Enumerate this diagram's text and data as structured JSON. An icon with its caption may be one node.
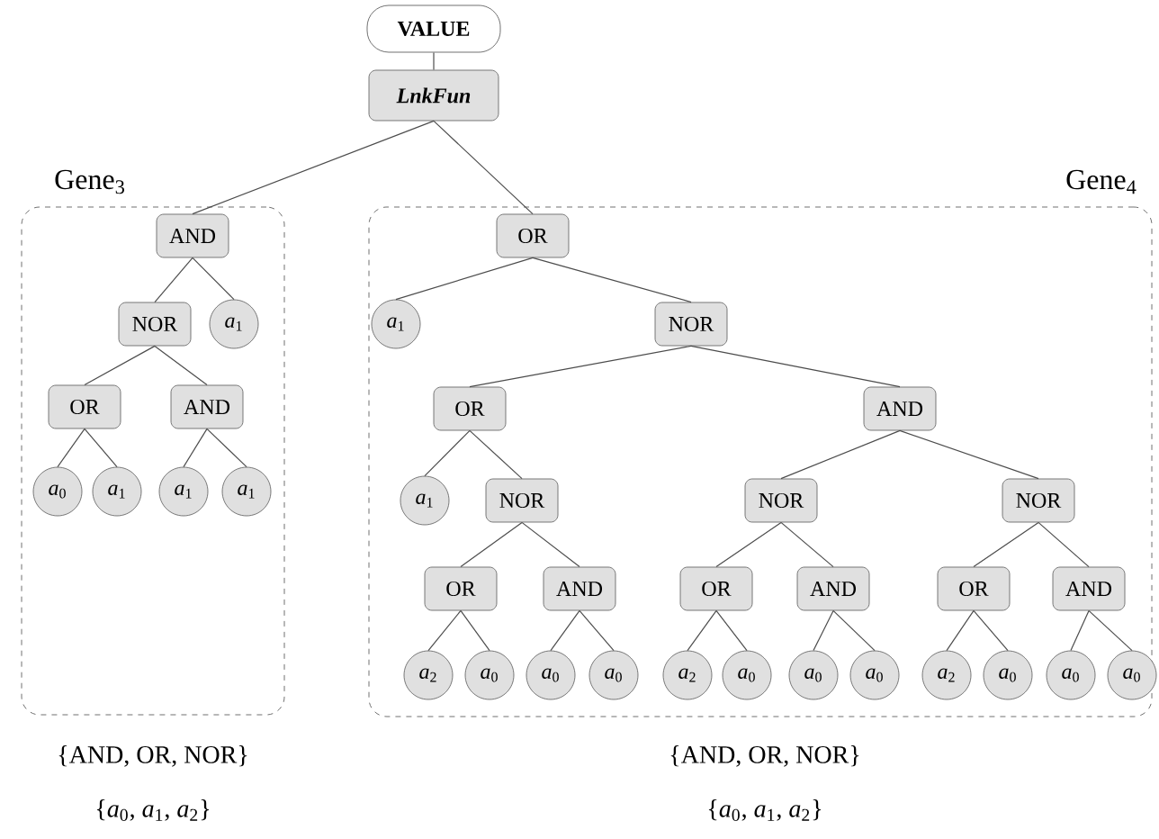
{
  "diagram": {
    "nodes": [
      {
        "text": [
          "VALUE"
        ]
      },
      {
        "text": [
          "LnkFun"
        ]
      },
      {
        "text": [
          "Gene$_{3}$"
        ],
        "beside": [
          "{AND, OR, NOR}",
          "{*a*$_{0}$, *a*$_{1}$, *a*$_{2}$}"
        ]
      },
      {
        "text": [
          "AND"
        ],
        "in": 2
      },
      {
        "text": [
          "NOR"
        ],
        "in": 2
      },
      {
        "text": [
          "*a*$_{1}$"
        ],
        "in": 2
      },
      {
        "text": [
          "OR"
        ],
        "in": 2
      },
      {
        "text": [
          "AND"
        ],
        "in": 2
      },
      {
        "text": [
          "*a*$_{0}$"
        ],
        "in": 2
      },
      {
        "text": [
          "*a*$_{1}$"
        ],
        "in": 2
      },
      {
        "text": [
          "*a*$_{1}$"
        ],
        "in": 2
      },
      {
        "text": [
          "*a*$_{1}$"
        ],
        "in": 2
      },
      {
        "text": [
          "Gene$_{4}$"
        ],
        "beside": [
          "{AND, OR, NOR}",
          "{*a*$_{0}$, *a*$_{1}$, *a*$_{2}$}"
        ]
      },
      {
        "text": [
          "OR"
        ],
        "in": 12
      },
      {
        "text": [
          "*a*$_{1}$"
        ],
        "in": 12
      },
      {
        "text": [
          "NOR"
        ],
        "in": 12
      },
      {
        "text": [
          "OR"
        ],
        "in": 12
      },
      {
        "text": [
          "AND"
        ],
        "in": 12
      },
      {
        "text": [
          "*a*$_{1}$"
        ],
        "in": 12
      },
      {
        "text": [
          "NOR"
        ],
        "in": 12
      },
      {
        "text": [
          "NOR"
        ],
        "in": 12
      },
      {
        "text": [
          "NOR"
        ],
        "in": 12
      },
      {
        "text": [
          "OR"
        ],
        "in": 12
      },
      {
        "text": [
          "AND"
        ],
        "in": 12
      },
      {
        "text": [
          "OR"
        ],
        "in": 12
      },
      {
        "text": [
          "AND"
        ],
        "in": 12
      },
      {
        "text": [
          "OR"
        ],
        "in": 12
      },
      {
        "text": [
          "AND"
        ],
        "in": 12
      },
      {
        "text": [
          "*a*$_{2}$"
        ],
        "in": 12
      },
      {
        "text": [
          "*a*$_{0}$"
        ],
        "in": 12
      },
      {
        "text": [
          "*a*$_{0}$"
        ],
        "in": 12
      },
      {
        "text": [
          "*a*$_{0}$"
        ],
        "in": 12
      },
      {
        "text": [
          "*a*$_{2}$"
        ],
        "in": 12
      },
      {
        "text": [
          "*a*$_{0}$"
        ],
        "in": 12
      },
      {
        "text": [
          "*a*$_{0}$"
        ],
        "in": 12
      },
      {
        "text": [
          "*a*$_{0}$"
        ],
        "in": 12
      },
      {
        "text": [
          "*a*$_{2}$"
        ],
        "in": 12
      },
      {
        "text": [
          "*a*$_{0}$"
        ],
        "in": 12
      },
      {
        "text": [
          "*a*$_{0}$"
        ],
        "in": 12
      },
      {
        "text": [
          "*a*$_{0}$"
        ],
        "in": 12
      }
    ],
    "edges": [
      {
        "from": 0,
        "to": 1,
        "arrow": "none"
      },
      {
        "from": 1,
        "to": 3,
        "arrow": "none"
      },
      {
        "from": 1,
        "to": 13,
        "arrow": "none"
      },
      {
        "from": 3,
        "to": 4,
        "arrow": "none"
      },
      {
        "from": 3,
        "to": 5,
        "arrow": "none"
      },
      {
        "from": 4,
        "to": 6,
        "arrow": "none"
      },
      {
        "from": 4,
        "to": 7,
        "arrow": "none"
      },
      {
        "from": 6,
        "to": 8,
        "arrow": "none"
      },
      {
        "from": 6,
        "to": 9,
        "arrow": "none"
      },
      {
        "from": 7,
        "to": 10,
        "arrow": "none"
      },
      {
        "from": 7,
        "to": 11,
        "arrow": "none"
      },
      {
        "from": 13,
        "to": 14,
        "arrow": "none"
      },
      {
        "from": 13,
        "to": 15,
        "arrow": "none"
      },
      {
        "from": 15,
        "to": 16,
        "arrow": "none"
      },
      {
        "from": 15,
        "to": 17,
        "arrow": "none"
      },
      {
        "from": 16,
        "to": 18,
        "arrow": "none"
      },
      {
        "from": 16,
        "to": 19,
        "arrow": "none"
      },
      {
        "from": 17,
        "to": 20,
        "arrow": "none"
      },
      {
        "from": 17,
        "to": 21,
        "arrow": "none"
      },
      {
        "from": 19,
        "to": 22,
        "arrow": "none"
      },
      {
        "from": 19,
        "to": 23,
        "arrow": "none"
      },
      {
        "from": 20,
        "to": 24,
        "arrow": "none"
      },
      {
        "from": 20,
        "to": 25,
        "arrow": "none"
      },
      {
        "from": 21,
        "to": 26,
        "arrow": "none"
      },
      {
        "from": 21,
        "to": 27,
        "arrow": "none"
      },
      {
        "from": 22,
        "to": 28,
        "arrow": "none"
      },
      {
        "from": 22,
        "to": 29,
        "arrow": "none"
      },
      {
        "from": 23,
        "to": 30,
        "arrow": "none"
      },
      {
        "from": 23,
        "to": 31,
        "arrow": "none"
      },
      {
        "from": 24,
        "to": 32,
        "arrow": "none"
      },
      {
        "from": 24,
        "to": 33,
        "arrow": "none"
      },
      {
        "from": 25,
        "to": 34,
        "arrow": "none"
      },
      {
        "from": 25,
        "to": 35,
        "arrow": "none"
      },
      {
        "from": 26,
        "to": 36,
        "arrow": "none"
      },
      {
        "from": 26,
        "to": 37,
        "arrow": "none"
      },
      {
        "from": 27,
        "to": 38,
        "arrow": "none"
      },
      {
        "from": 27,
        "to": 39,
        "arrow": "none"
      }
    ]
  }
}
